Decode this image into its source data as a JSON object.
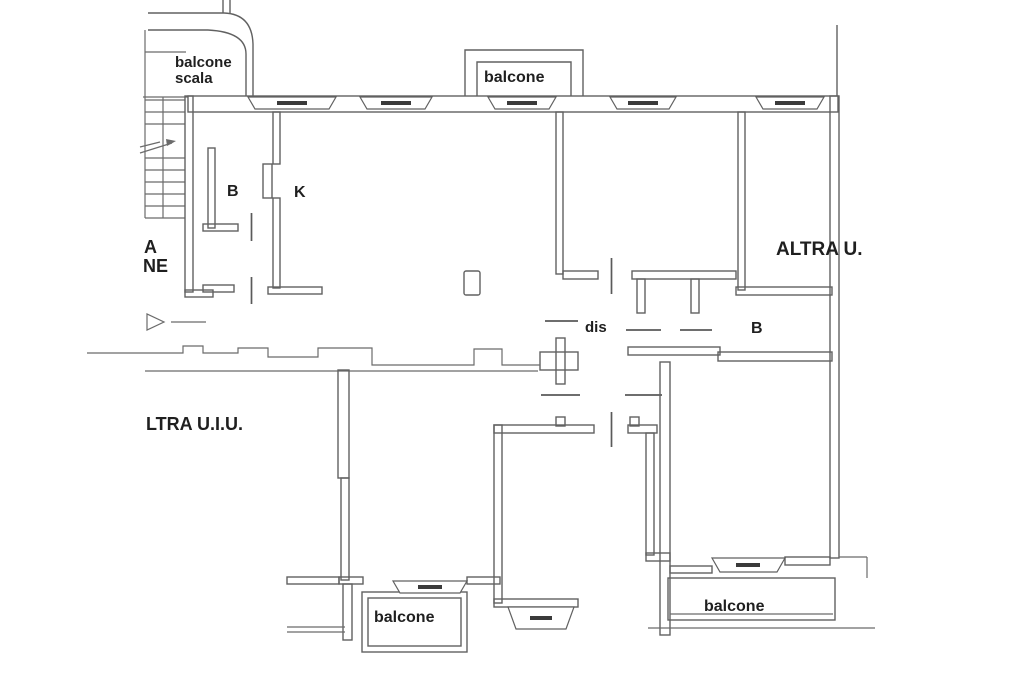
{
  "plan": {
    "background_color": "#ffffff",
    "wall_line_color": "#616161",
    "window_tick_color": "#3a3a3a",
    "text_color": "#1f1f1f",
    "labels": {
      "stair_balcony_line1": "balcone",
      "stair_balcony_line2": "scala",
      "top_balcony": "balcone",
      "bathroom_top_left": "B",
      "kitchen": "K",
      "left_clipped_line1": "A",
      "left_clipped_line2": "NE",
      "adjacent_unit_right": "ALTRA U.",
      "hallway": "dis",
      "bathroom_right": "B",
      "adjacent_unit_bottom_left": "LTRA U.I.U.",
      "bottom_center_balcony": "balcone",
      "bottom_right_balcony": "balcone"
    },
    "icons": {
      "entrance_arrow": "triangle-right-arrow",
      "stair_break": "diagonal-break-lines"
    }
  }
}
